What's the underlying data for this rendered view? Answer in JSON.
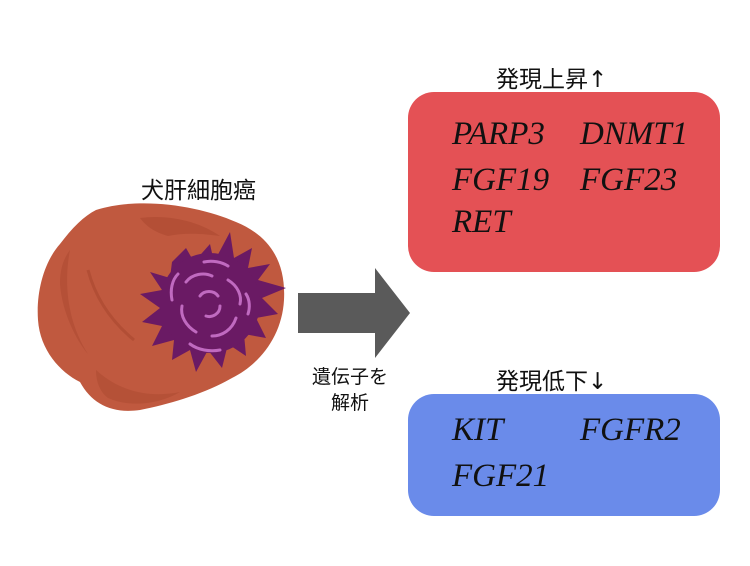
{
  "title_label": "犬肝細胞癌",
  "analysis_label_line1": "遺伝子を",
  "analysis_label_line2": "解析",
  "up": {
    "heading": "発現上昇↑",
    "color": "#e45155",
    "genes": [
      "PARP3",
      "DNMT1",
      "FGF19",
      "FGF23",
      "RET"
    ]
  },
  "down": {
    "heading": "発現低下↓",
    "color": "#6a8bea",
    "genes": [
      "KIT",
      "FGFR2",
      "FGF21"
    ]
  },
  "colors": {
    "liver": "#c0593f",
    "liver_dark": "#a9472f",
    "tumor": "#6a1a64",
    "tumor_pattern": "#c06ac0",
    "arrow": "#5a5a5a"
  }
}
